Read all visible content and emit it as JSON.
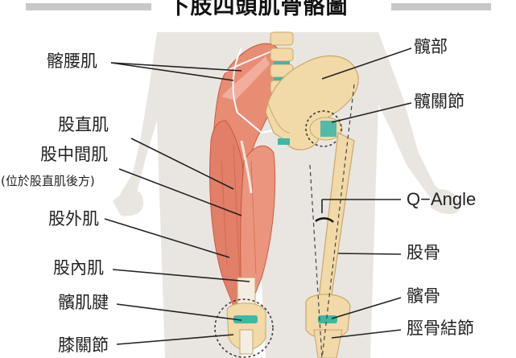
{
  "title": "下肢四頭肌骨骼圖",
  "labels": {
    "iliopsoas": "髂腰肌",
    "rectus_femoris": "股直肌",
    "vastus_intermedius": "股中間肌",
    "vastus_intermedius_note": "(位於股直肌後方)",
    "vastus_lateralis": "股外肌",
    "vastus_medialis": "股內肌",
    "patellar_tendon": "髕肌腱",
    "knee_joint": "膝關節",
    "hip": "髖部",
    "hip_joint": "髖關節",
    "q_angle": "Q−Angle",
    "femur": "股骨",
    "patella": "髕骨",
    "tibial_tuberosity": "脛骨結節"
  },
  "colors": {
    "body_silhouette": "#e9e6e1",
    "muscle": "#e88c74",
    "muscle_dark": "#c8583f",
    "bone": "#f1d9a8",
    "bone_outline": "#c9a76a",
    "cartilage": "#3fb7a6"
  }
}
